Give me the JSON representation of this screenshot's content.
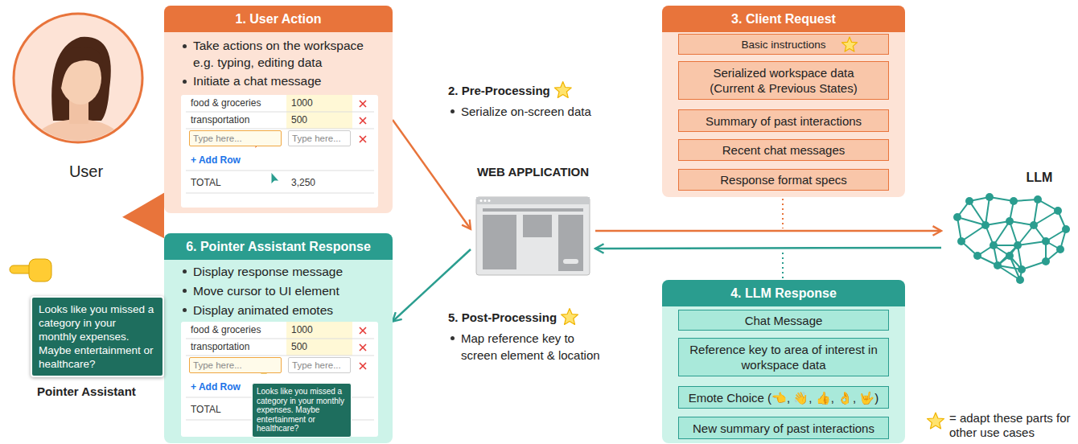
{
  "diagram": {
    "nodes": [
      {
        "text": [
          "User"
        ]
      },
      {
        "text": [
          "1. User Action",
          "Take actions on the workspace e.g. typing, editing data",
          "Initiate a chat message"
        ]
      },
      {
        "text": [
          "food & groceries",
          "1000",
          "transportation",
          "500",
          "Type here...",
          "Type here...",
          "+ Add Row",
          "TOTAL",
          "3,250"
        ],
        "in": 1
      },
      {
        "text": [
          "WEB APPLICATION"
        ]
      },
      {
        "text": [
          "3. Client Request"
        ]
      },
      {
        "text": [
          "Basic instructions"
        ],
        "in": 4
      },
      {
        "text": [
          "Serialized workspace data (Current & Previous States)"
        ],
        "in": 4
      },
      {
        "text": [
          "Summary of past interactions"
        ],
        "in": 4
      },
      {
        "text": [
          "Recent chat messages"
        ],
        "in": 4
      },
      {
        "text": [
          "Response format specs"
        ],
        "in": 4
      },
      {
        "text": [
          "LLM"
        ]
      },
      {
        "text": [
          "4. LLM Response"
        ]
      },
      {
        "text": [
          "Chat Message"
        ],
        "in": 11
      },
      {
        "text": [
          "Reference key to area of interest in workspace data"
        ],
        "in": 11
      },
      {
        "text": [
          "Emote Choice (👈, 👋, 👍, 👌, 🤟)"
        ],
        "in": 11
      },
      {
        "text": [
          "New summary of past interactions"
        ],
        "in": 11
      },
      {
        "text": [
          "6. Pointer Assistant Response",
          "Display response message",
          "Move cursor to UI element",
          "Display animated emotes"
        ]
      },
      {
        "text": [
          "food & groceries",
          "1000",
          "transportation",
          "500",
          "Type here...",
          "Type here...",
          "+ Add Row",
          "TOTAL"
        ],
        "in": 16
      },
      {
        "text": [
          "Looks like you missed a category in your monthly expenses. Maybe entertainment or healthcare?"
        ],
        "in": 17
      },
      {
        "text": [
          "Looks like you missed a category in your monthly expenses. Maybe entertainment or healthcare?"
        ]
      }
    ],
    "edges": [
      {
        "from": 1,
        "to": 3,
        "arrow": "to"
      },
      {
        "from": 3,
        "to": 10,
        "arrow": "to"
      },
      {
        "from": 10,
        "to": 3,
        "arrow": "to"
      },
      {
        "from": 3,
        "to": 16,
        "arrow": "to"
      }
    ],
    "labels": [
      "2. Pre-Processing",
      "Serialize on-screen data",
      "5. Post-Processing",
      "Map reference key to screen element & location",
      "Pointer Assistant"
    ],
    "legend": [
      {
        "text": "= adapt these parts for other use cases"
      }
    ]
  }
}
